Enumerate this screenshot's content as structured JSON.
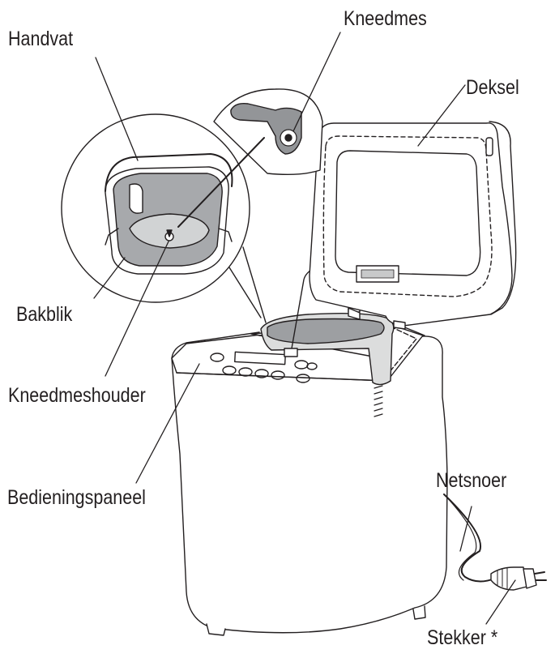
{
  "labels": {
    "handvat": "Handvat",
    "kneedmes": "Kneedmes",
    "deksel": "Deksel",
    "bakblik": "Bakblik",
    "kneedmeshouder": "Kneedmeshouder",
    "bedieningspaneel": "Bedieningspaneel",
    "netsnoer": "Netsnoer",
    "stekker": "Stekker *"
  }
}
